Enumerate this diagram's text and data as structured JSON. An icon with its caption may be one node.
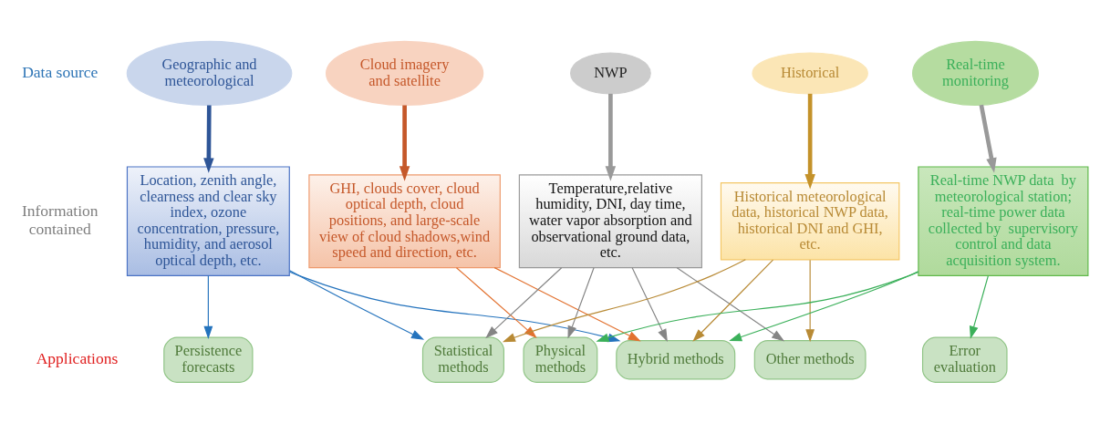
{
  "diagram": {
    "nodes": [
      {
        "text": [
          "Geographic and meteorological"
        ]
      },
      {
        "text": [
          "Cloud imagery and satellite"
        ]
      },
      {
        "text": [
          "NWP"
        ]
      },
      {
        "text": [
          "Historical"
        ]
      },
      {
        "text": [
          "Real-time monitoring"
        ]
      },
      {
        "text": [
          "Location, zenith angle, clearness and clear sky index, ozone concentration, pressure, humidity, and aerosol optical depth, etc."
        ]
      },
      {
        "text": [
          "GHI, clouds cover, cloud optical depth, cloud positions, and large-scale view of cloud shadows,wind speed and direction, etc."
        ]
      },
      {
        "text": [
          "Temperature,relative humidity, DNI, day time, water vapor absorption and observational ground data, etc."
        ]
      },
      {
        "text": [
          "Historical meteorological data, historical NWP data, historical DNI and GHI, etc."
        ]
      },
      {
        "text": [
          "Real-time NWP data  by meteorological station; real-time power data collected by  supervisory control and data acquisition system."
        ]
      },
      {
        "text": [
          "Persistence forecasts"
        ]
      },
      {
        "text": [
          "Statistical methods"
        ]
      },
      {
        "text": [
          "Physical methods"
        ]
      },
      {
        "text": [
          "Hybrid methods"
        ]
      },
      {
        "text": [
          "Other methods"
        ]
      },
      {
        "text": [
          "Error evaluation"
        ]
      }
    ],
    "edges": [
      {
        "from": 0,
        "to": 5,
        "arrow": "to",
        "style": "thick",
        "color": "#2e5597"
      },
      {
        "from": 1,
        "to": 6,
        "arrow": "to",
        "style": "thick",
        "color": "#c5582a"
      },
      {
        "from": 2,
        "to": 7,
        "arrow": "to",
        "style": "thick",
        "color": "#999999"
      },
      {
        "from": 3,
        "to": 8,
        "arrow": "to",
        "style": "thick",
        "color": "#c4922a"
      },
      {
        "from": 4,
        "to": 9,
        "arrow": "to",
        "style": "thick",
        "color": "#999999"
      },
      {
        "from": 5,
        "to": 10,
        "arrow": "to",
        "color": "#2473bd"
      },
      {
        "from": 5,
        "to": 11,
        "arrow": "to",
        "color": "#2473bd"
      },
      {
        "from": 5,
        "to": 13,
        "arrow": "to",
        "color": "#2473bd"
      },
      {
        "from": 6,
        "to": 12,
        "arrow": "to",
        "color": "#e2712f"
      },
      {
        "from": 6,
        "to": 13,
        "arrow": "to",
        "color": "#e2712f"
      },
      {
        "from": 7,
        "to": 11,
        "arrow": "to",
        "color": "#858585"
      },
      {
        "from": 7,
        "to": 12,
        "arrow": "to",
        "color": "#858585"
      },
      {
        "from": 7,
        "to": 13,
        "arrow": "to",
        "color": "#858585"
      },
      {
        "from": 7,
        "to": 14,
        "arrow": "to",
        "color": "#858585"
      },
      {
        "from": 8,
        "to": 11,
        "arrow": "to",
        "color": "#b88a35"
      },
      {
        "from": 8,
        "to": 13,
        "arrow": "to",
        "color": "#b88a35"
      },
      {
        "from": 8,
        "to": 14,
        "arrow": "to",
        "color": "#b88a35"
      },
      {
        "from": 9,
        "to": 12,
        "arrow": "to",
        "color": "#3bb05a"
      },
      {
        "from": 9,
        "to": 13,
        "arrow": "to",
        "color": "#3bb05a"
      },
      {
        "from": 9,
        "to": 15,
        "arrow": "to",
        "color": "#3bb05a"
      }
    ],
    "labels": [
      "Data source",
      "Information contained",
      "Applications"
    ]
  }
}
